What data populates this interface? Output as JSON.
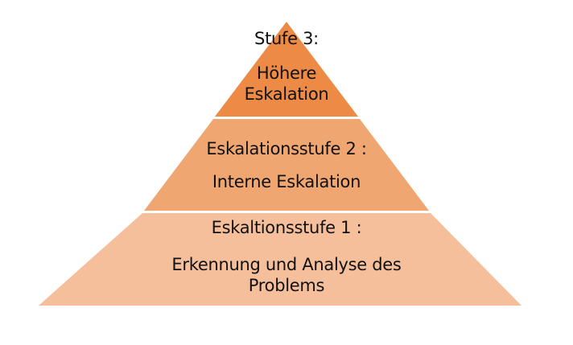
{
  "diagram": {
    "type": "pyramid",
    "tiers": [
      {
        "level": 3,
        "title": "Stufe 3:",
        "subtitle_lines": [
          "Höhere",
          "Eskalation"
        ],
        "color": "#ED8A46"
      },
      {
        "level": 2,
        "title": "Eskalationsstufe 2 :",
        "subtitle_lines": [
          "Interne Eskalation"
        ],
        "color": "#F0A670"
      },
      {
        "level": 1,
        "title": "Eskaltionsstufe 1 :",
        "subtitle_lines": [
          "Erkennung und Analyse des",
          "Problems"
        ],
        "color": "#F4BF9A"
      }
    ]
  }
}
